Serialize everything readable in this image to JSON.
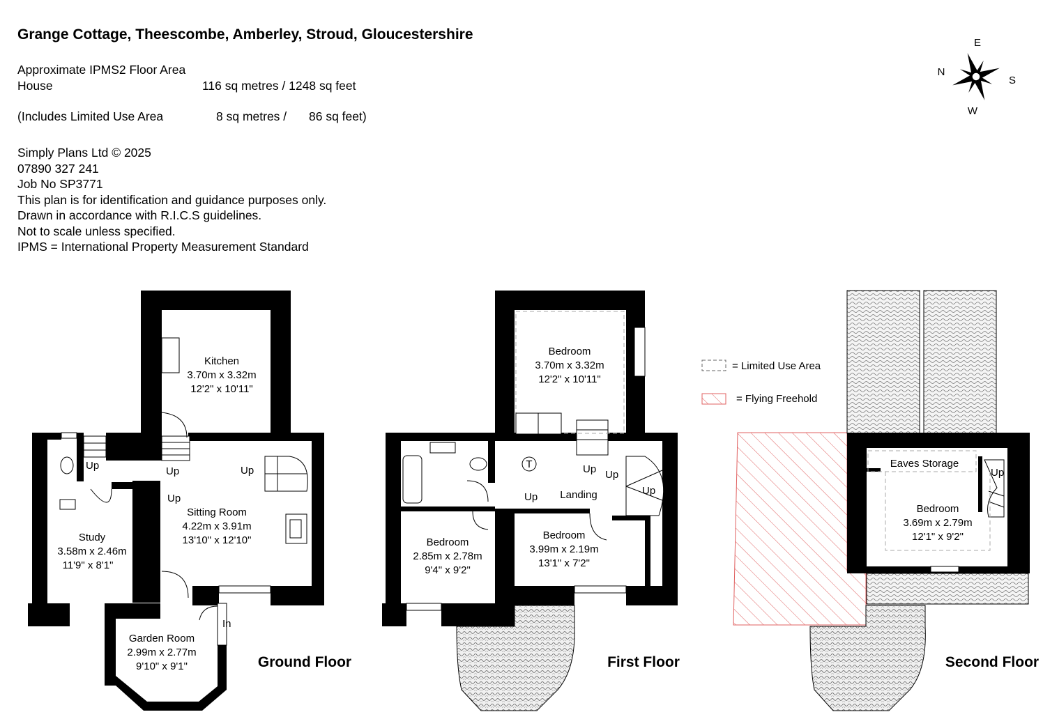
{
  "title": "Grange Cottage, Theescombe, Amberley, Stroud, Gloucestershire",
  "area": {
    "heading": "Approximate IPMS2 Floor Area",
    "house_label": "House",
    "house_value": "116 sq metres / 1248 sq feet",
    "limited_label": "(Includes Limited Use Area",
    "limited_sqm": "8 sq metres /",
    "limited_sqft": "86 sq feet)"
  },
  "notes": [
    "Simply Plans Ltd © 2025",
    "07890 327 241",
    "Job No SP3771",
    "This plan is for identification and guidance purposes only.",
    "Drawn in accordance with R.I.C.S guidelines.",
    "Not to scale unless specified.",
    "IPMS = International Property Measurement Standard"
  ],
  "compass": {
    "n": "N",
    "e": "E",
    "s": "S",
    "w": "W"
  },
  "legend": {
    "limited": "= Limited Use Area",
    "flying": "= Flying Freehold",
    "flying_color": "#e06060"
  },
  "floors": {
    "ground": {
      "label": "Ground Floor",
      "kitchen": {
        "name": "Kitchen",
        "metric": "3.70m x 3.32m",
        "imperial": "12'2\" x 10'11\""
      },
      "sitting": {
        "name": "Sitting Room",
        "metric": "4.22m x 3.91m",
        "imperial": "13'10\" x 12'10\""
      },
      "study": {
        "name": "Study",
        "metric": "3.58m x 2.46m",
        "imperial": "11'9\" x 8'1\""
      },
      "garden": {
        "name": "Garden Room",
        "metric": "2.99m x 2.77m",
        "imperial": "9'10\" x 9'1\""
      },
      "up1": "Up",
      "up2": "Up",
      "up3": "Up",
      "up4": "Up",
      "in": "In"
    },
    "first": {
      "label": "First Floor",
      "bed1": {
        "name": "Bedroom",
        "metric": "3.70m x 3.32m",
        "imperial": "12'2\" x 10'11\""
      },
      "bed2": {
        "name": "Bedroom",
        "metric": "2.85m x 2.78m",
        "imperial": "9'4\" x 9'2\""
      },
      "bed3": {
        "name": "Bedroom",
        "metric": "3.99m x 2.19m",
        "imperial": "13'1\" x 7'2\""
      },
      "landing": "Landing",
      "tank": "T",
      "up1": "Up",
      "up2": "Up",
      "up3": "Up",
      "up4": "Up"
    },
    "second": {
      "label": "Second Floor",
      "eaves": "Eaves Storage",
      "bed": {
        "name": "Bedroom",
        "metric": "3.69m x 2.79m",
        "imperial": "12'1\" x 9'2\""
      },
      "up": "Up"
    }
  }
}
